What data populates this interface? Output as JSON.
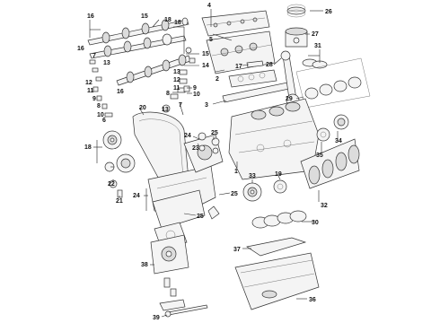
{
  "diagram": {
    "callouts": {
      "c1": "1",
      "c2": "2",
      "c3": "3",
      "c4": "4",
      "c5": "5",
      "c6": "6",
      "c7": "7",
      "c8": "8",
      "c9": "9",
      "c10": "10",
      "c11": "11",
      "c12": "12",
      "c13": "13",
      "c14": "14",
      "c15": "15",
      "c16": "16",
      "c17": "17",
      "c18": "18",
      "c19": "19",
      "c20": "20",
      "c21": "21",
      "c22": "22",
      "c23": "23",
      "c24": "24",
      "c25": "25",
      "c26": "26",
      "c27": "27",
      "c28": "28",
      "c29": "29",
      "c30": "30",
      "c31": "31",
      "c32": "32",
      "c33": "33",
      "c34": "34",
      "c35": "35",
      "c36": "36",
      "c37": "37",
      "c38": "38",
      "c39": "39"
    }
  }
}
